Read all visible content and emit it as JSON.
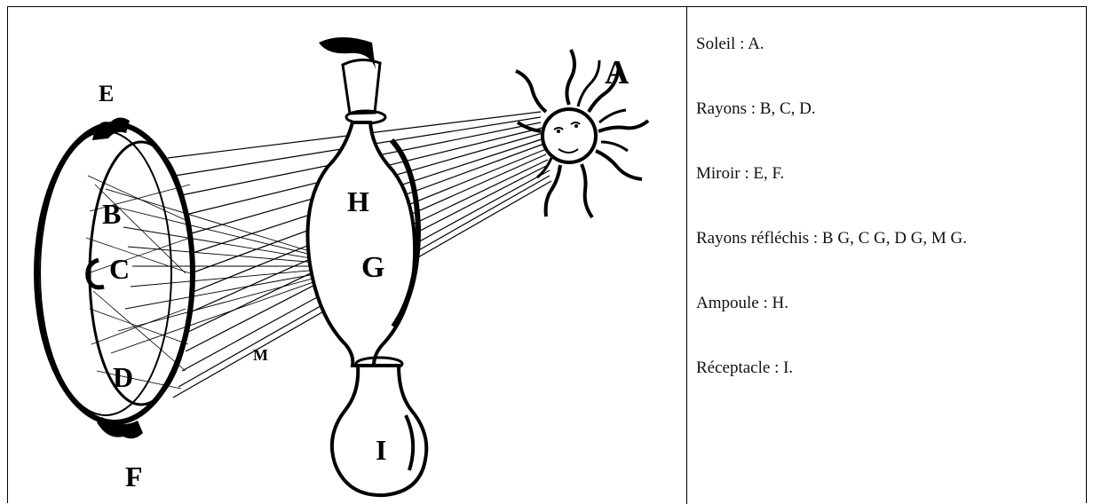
{
  "illustration": {
    "letters": {
      "A": "A",
      "B": "B",
      "C": "C",
      "D": "D",
      "E": "E",
      "F": "F",
      "G": "G",
      "H": "H",
      "I": "I",
      "M": "M"
    }
  },
  "legend": {
    "items": [
      "Soleil : A.",
      "Rayons : B, C, D.",
      "Miroir : E, F.",
      "Rayons réfléchis : B G, C G, D G, M G.",
      "Ampoule : H.",
      "Réceptacle : I."
    ]
  }
}
